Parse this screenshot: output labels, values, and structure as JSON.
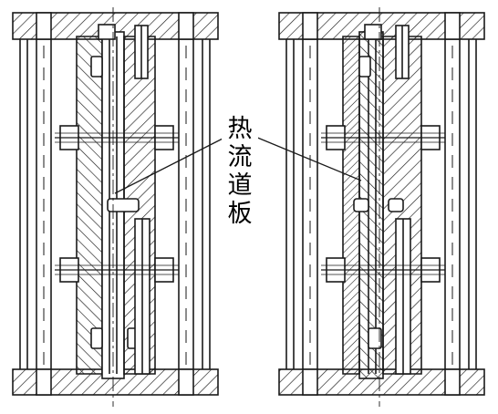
{
  "label": {
    "chars": [
      "热",
      "流",
      "道",
      "板"
    ]
  },
  "colors": {
    "line": "#1a1a1a",
    "background": "#ffffff"
  }
}
